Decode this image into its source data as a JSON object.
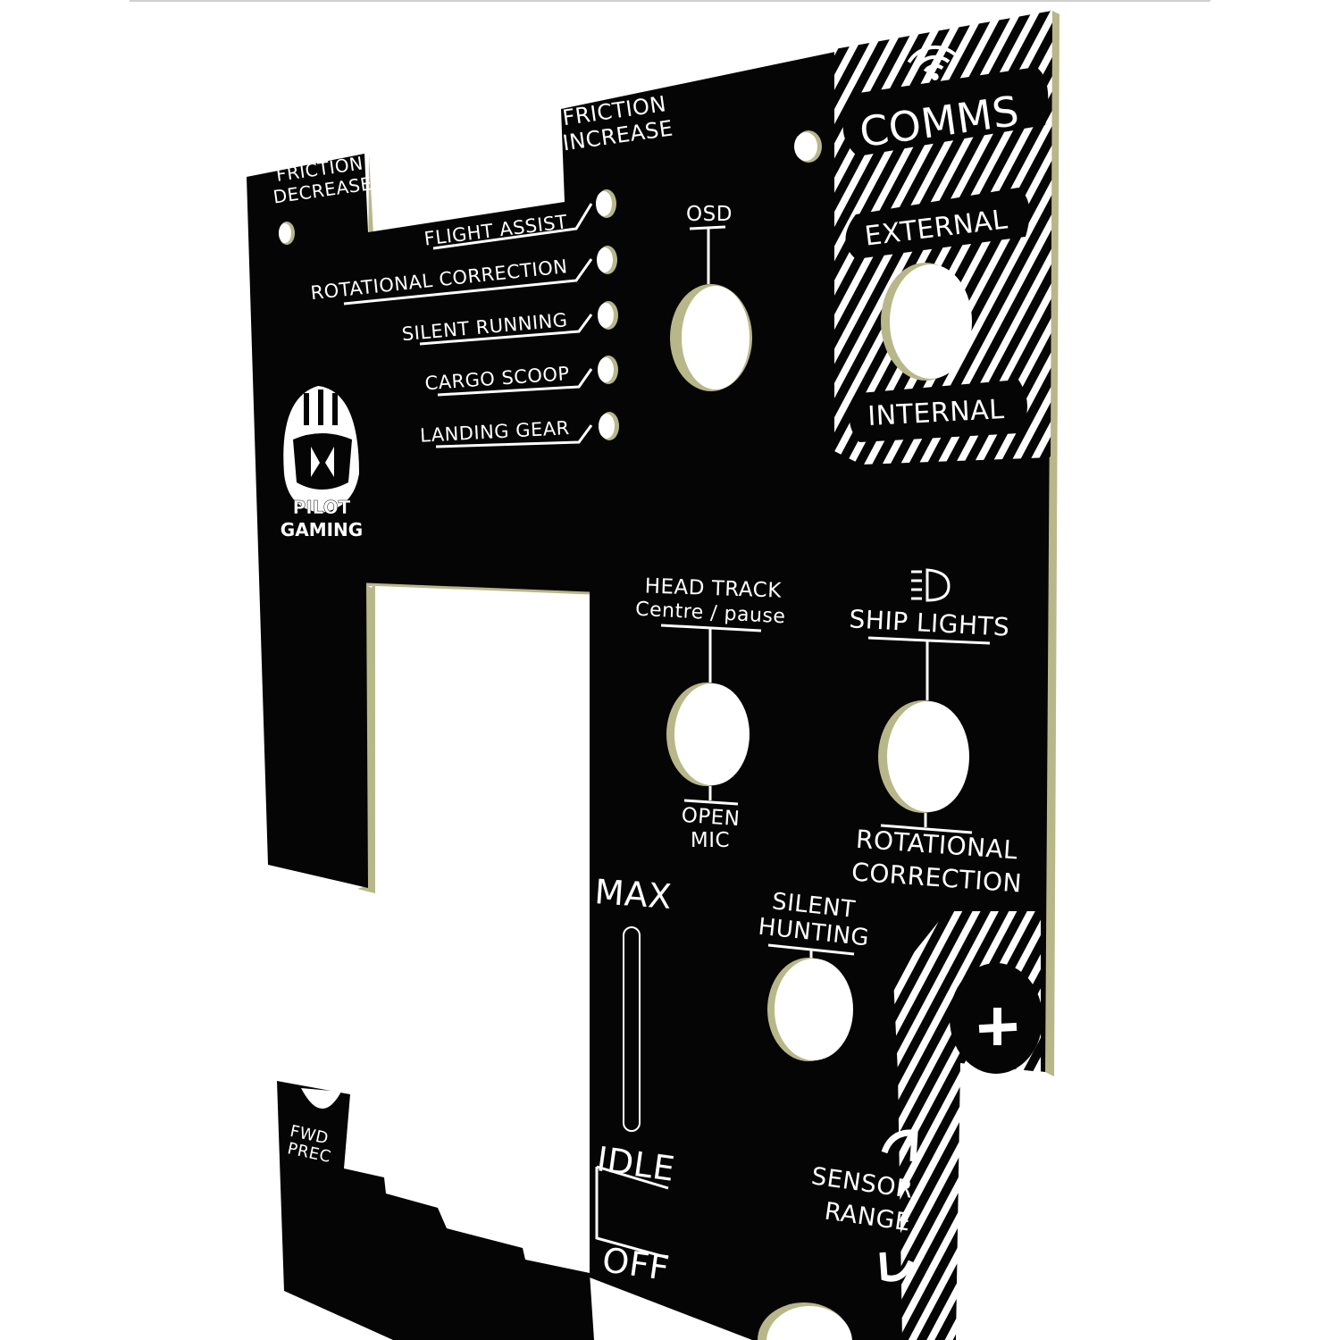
{
  "panel": {
    "colors": {
      "face": "#050505",
      "edge": "#b8b78a",
      "print": "#ffffff",
      "background": "#ffffff"
    },
    "friction_decrease": [
      "FRICTION",
      "DECREASE"
    ],
    "friction_increase": [
      "FRICTION",
      "INCREASE"
    ],
    "toggles": [
      {
        "label": "FLIGHT ASSIST"
      },
      {
        "label": "ROTATIONAL CORRECTION"
      },
      {
        "label": "SILENT RUNNING"
      },
      {
        "label": "CARGO SCOOP"
      },
      {
        "label": "LANDING GEAR"
      }
    ],
    "osd": "OSD",
    "comms": {
      "icon": "wifi-icon",
      "title": "COMMS",
      "external": "EXTERNAL",
      "internal": "INTERNAL"
    },
    "logo": {
      "line1": "PILOT",
      "line2": "GAMING",
      "icon": "helmet-icon"
    },
    "head_track": {
      "line1": "HEAD TRACK",
      "line2": "Centre / pause",
      "bottom1": "OPEN",
      "bottom2": "MIC"
    },
    "ship_lights": {
      "icon": "headlight-icon",
      "label": "SHIP LIGHTS",
      "bottom1": "ROTATIONAL",
      "bottom2": "CORRECTION"
    },
    "throttle": {
      "max": "MAX",
      "idle": "IDLE",
      "off": "OFF"
    },
    "silent_hunting": [
      "SILENT",
      "HUNTING"
    ],
    "fwd_prec": [
      "FWD",
      "PREC"
    ],
    "sensor_range": [
      "SENSOR",
      "RANGE"
    ],
    "plus": "+"
  }
}
